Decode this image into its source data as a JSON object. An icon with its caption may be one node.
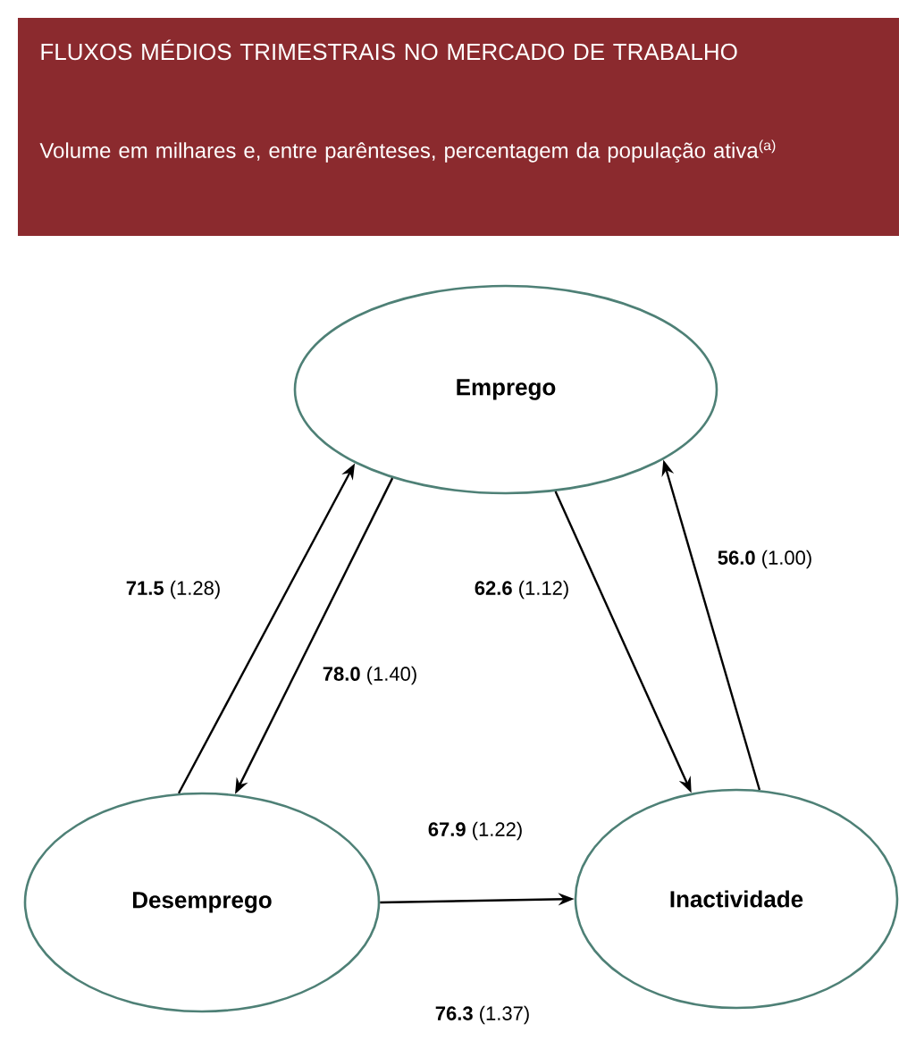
{
  "diagram": {
    "title": "FLUXOS MÉDIOS TRIMESTRAIS NO MERCADO DE TRABALHO",
    "nodes": [
      {
        "text": [
          "Emprego"
        ]
      },
      {
        "text": [
          "Desemprego"
        ]
      },
      {
        "text": [
          "Inactividade"
        ]
      }
    ],
    "edges": [
      {
        "from": 1,
        "to": 0,
        "arrow": "to",
        "label": "**71.5** (1.28)"
      },
      {
        "from": 0,
        "to": 1,
        "arrow": "to",
        "label": "**78.0** (1.40)"
      },
      {
        "from": 0,
        "to": 2,
        "arrow": "to",
        "label": "**62.6** (1.12)"
      },
      {
        "from": 2,
        "to": 0,
        "arrow": "to",
        "label": "**56.0** (1.00)"
      },
      {
        "from": 1,
        "to": 2,
        "arrow": "to",
        "label": "**67.9** (1.22)"
      }
    ],
    "labels": [
      "Volume em milhares e, entre parênteses, percentagem da população ativa$^{(a)}$",
      "**76.3** (1.37)"
    ]
  }
}
